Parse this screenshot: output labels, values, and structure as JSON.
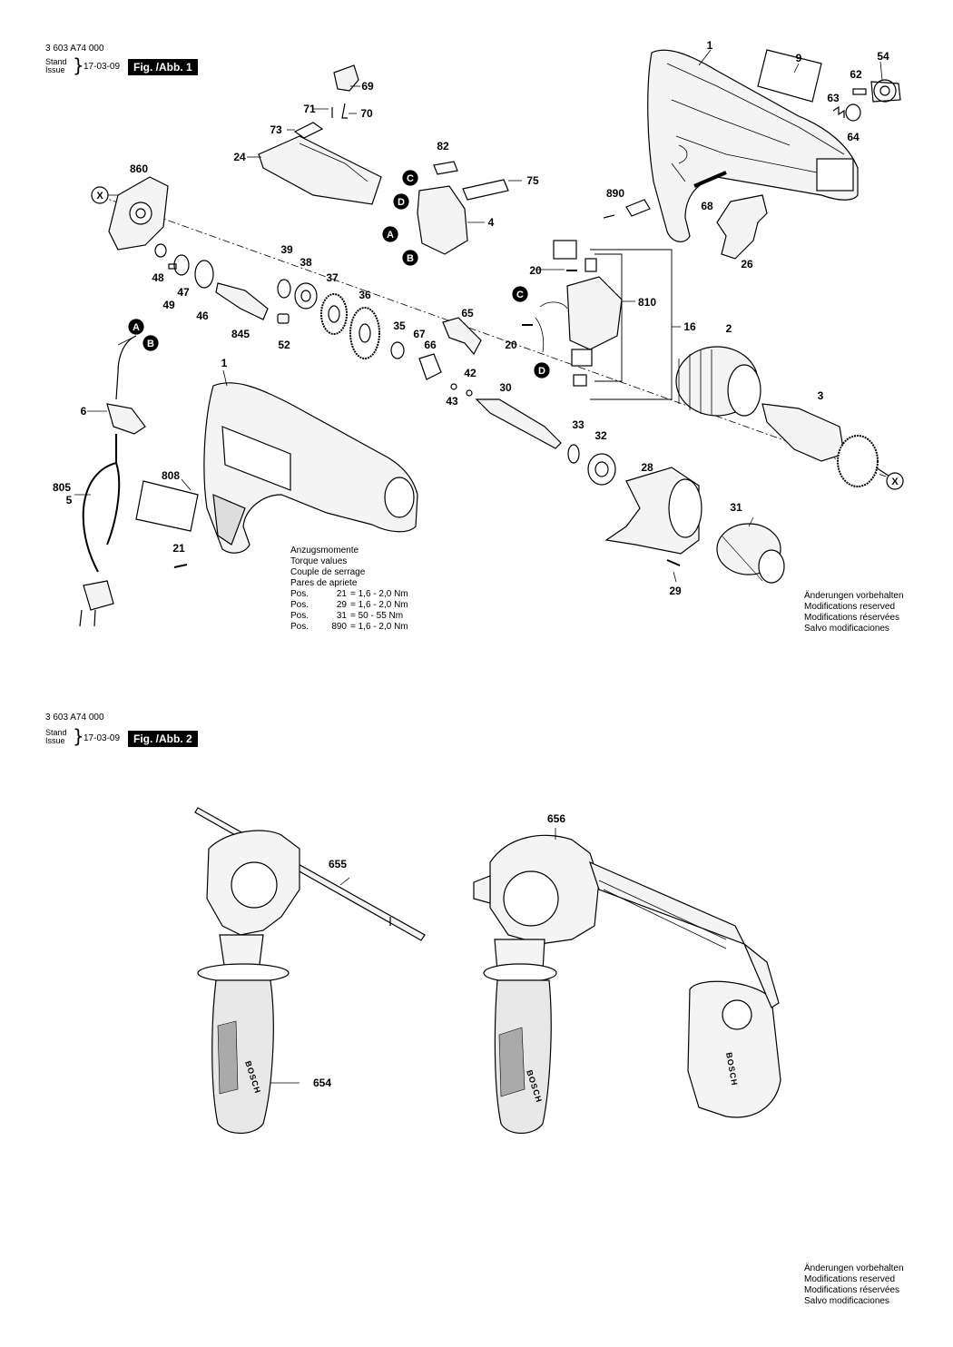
{
  "sheet": {
    "document_number": "3 603 A74 000",
    "stand_label": "Stand",
    "issue_label": "Issue",
    "date": "17-03-09"
  },
  "fig1": {
    "tag": "Fig. /Abb. 1",
    "torque": {
      "title_de": "Anzugsmomente",
      "title_en": "Torque values",
      "title_fr": "Couple de serrage",
      "title_es": "Pares de apriete",
      "rows": [
        {
          "pos": "Pos.",
          "num": "21",
          "val": "= 1,6 - 2,0 Nm"
        },
        {
          "pos": "Pos.",
          "num": "29",
          "val": "= 1,6 - 2,0 Nm"
        },
        {
          "pos": "Pos.",
          "num": "31",
          "val": "= 50 - 55 Nm"
        },
        {
          "pos": "Pos.",
          "num": "890",
          "val": "= 1,6 - 2,0 Nm"
        }
      ]
    },
    "reserved": [
      "Änderungen vorbehalten",
      "Modifications reserved",
      "Modifications réservées",
      "Salvo modificaciones"
    ],
    "part_labels": [
      "1",
      "9",
      "54",
      "62",
      "63",
      "64",
      "69",
      "71",
      "70",
      "73",
      "24",
      "82",
      "75",
      "890",
      "68",
      "26",
      "860",
      "4",
      "39",
      "38",
      "37",
      "36",
      "48",
      "47",
      "49",
      "46",
      "845",
      "52",
      "65",
      "35",
      "67",
      "66",
      "20",
      "810",
      "16",
      "2",
      "42",
      "43",
      "30",
      "3",
      "33",
      "32",
      "28",
      "31",
      "29",
      "6",
      "805",
      "5",
      "808",
      "21"
    ],
    "markers": [
      "A",
      "B",
      "C",
      "D",
      "X"
    ],
    "icons": [
      "drill-housing-drawing",
      "motor-stator-drawing",
      "armature-drawing",
      "chuck-drawing",
      "power-cord-drawing",
      "gearbox-drawing"
    ]
  },
  "fig2": {
    "tag": "Fig. /Abb. 2",
    "reserved": [
      "Änderungen vorbehalten",
      "Modifications reserved",
      "Modifications réservées",
      "Salvo modificaciones"
    ],
    "part_labels": [
      "656",
      "655",
      "654"
    ],
    "brand_text": "BOSCH",
    "icons": [
      "auxiliary-handle-drawing",
      "depth-stop-rod-drawing",
      "dust-extraction-drawing"
    ]
  }
}
